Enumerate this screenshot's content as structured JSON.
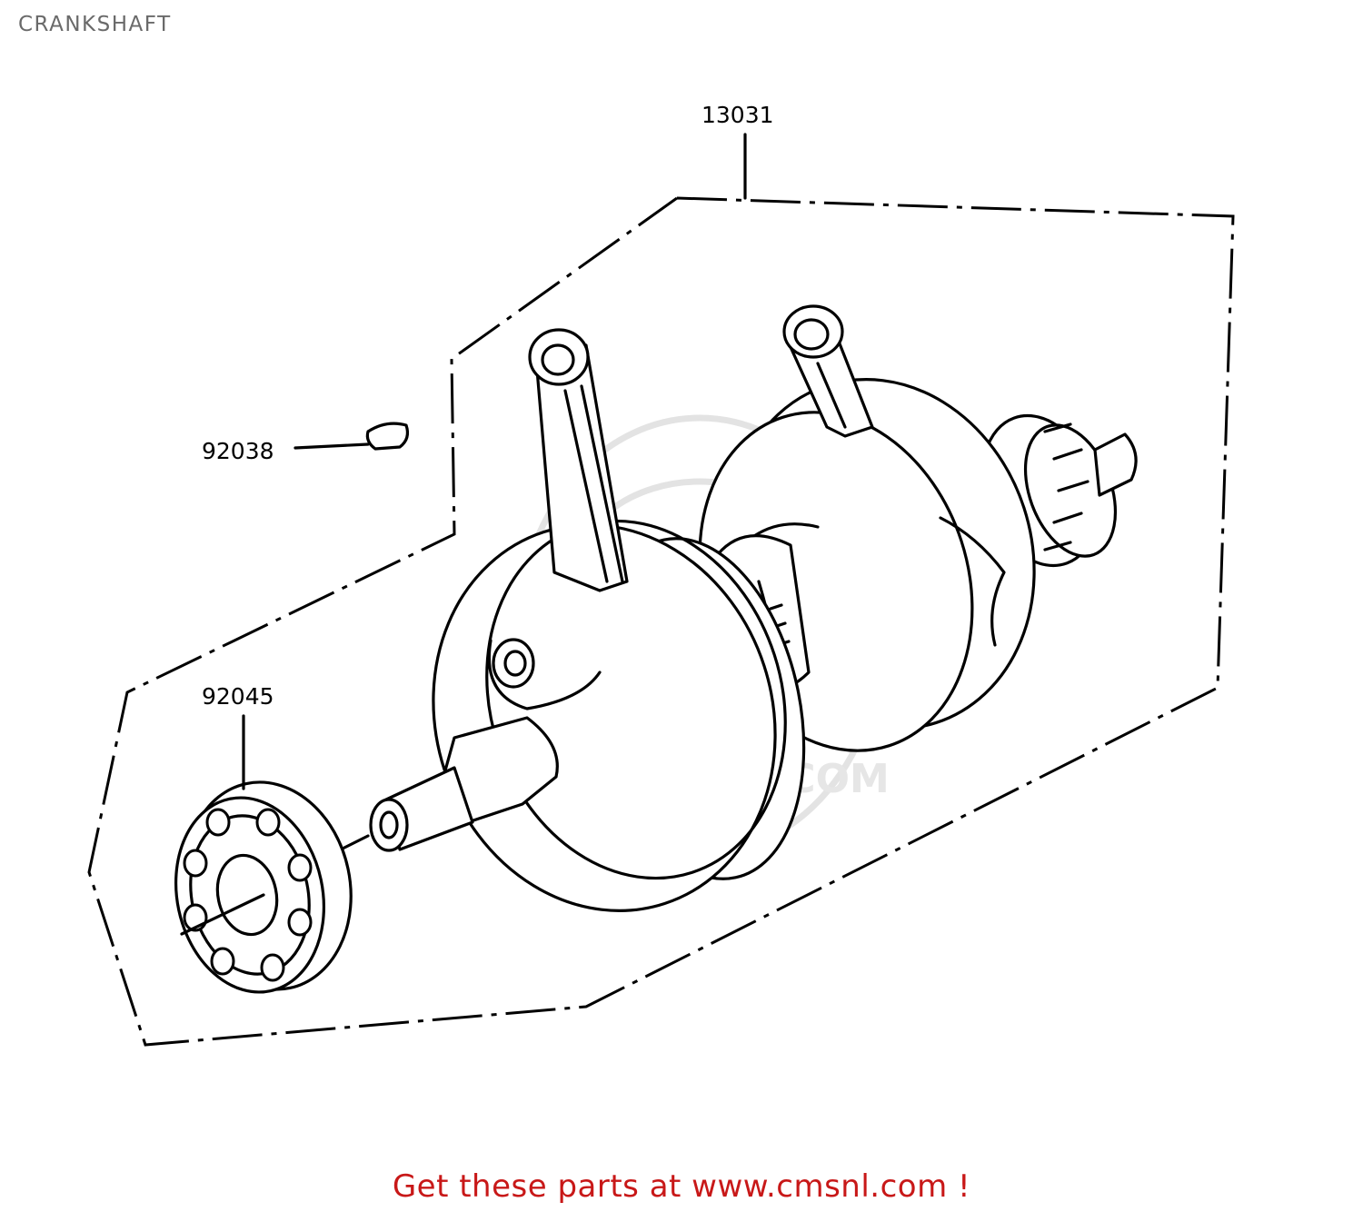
{
  "page": {
    "title": "CRANKSHAFT"
  },
  "parts": [
    {
      "number": "13031",
      "name": "crankshaft-assembly"
    },
    {
      "number": "92038",
      "name": "woodruff-key"
    },
    {
      "number": "92045",
      "name": "ball-bearing"
    }
  ],
  "watermark": {
    "text": "WWW.CMSNL.COM"
  },
  "footer": {
    "text": "Get these parts at www.cmsnl.com !",
    "color": "#c81818"
  }
}
